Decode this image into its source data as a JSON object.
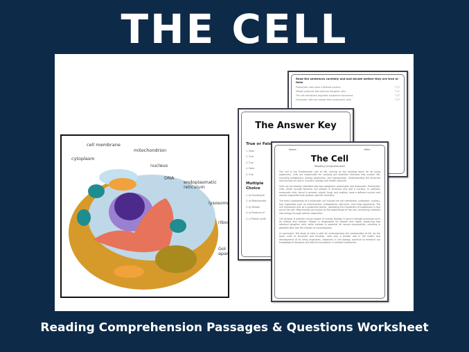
{
  "title": "THE CELL",
  "footer": "Reading Comprehension Passages & Questions Worksheet",
  "colors": {
    "background": "#0d2a48",
    "panel": "#ffffff",
    "text": "#ffffff"
  },
  "diagram": {
    "labels": [
      "cell membrane",
      "mitochondrion",
      "cytoplasm",
      "nucleus",
      "DNA",
      "endoplasmatic reticulum",
      "lysosome",
      "ribos",
      "Gol apar"
    ]
  },
  "tf_page": {
    "heading": "Read the sentences carefully and and decide wether they are true or false",
    "items": [
      "Prokaryotic cells have a defined nucleus.",
      "Mitosis produces two identical daughter cells.",
      "The cell membrane regulates substance movement.",
      "Eukaryotic cells are simpler than prokaryotic cells."
    ],
    "choice": "T | F"
  },
  "answer_key": {
    "title": "The Answer Key",
    "tf_heading": "True or False",
    "tf_answers": [
      "1.  False",
      "2.  True",
      "3.  True",
      "4.  False",
      "5.  True"
    ],
    "mc_heading": "Multiple Choice",
    "mc_answers": [
      "1.  b) Providing th",
      "2.  d) Mitochondria",
      "3.  b) Meiosis",
      "4.  a) Presence of",
      "5.  c) Protein synth"
    ]
  },
  "passage": {
    "name_label": "Name:",
    "date_label": "Date:",
    "title": "The Cell",
    "subtitle": "Reading Comprehension",
    "paragraphs": [
      "The cell is the fundamental unit of life, serving as the building block for all living organisms. Cells are responsible for carrying out essential functions that sustain life, including metabolism, energy production, and reproduction. Understanding the structure and function of cells is crucial in biology and health sciences.",
      "Cells can be broadly classified into two categories: prokaryotic and eukaryotic. Prokaryotic cells, which include bacteria, are simpler in structure and lack a nucleus. In contrast, eukaryotic cells, found in animals, plants, fungi, and protists, have a defined nucleus and various organelles that perform specific functions.",
      "The main components of a eukaryotic cell include the cell membrane, cytoplasm, nucleus, and organelles such as mitochondria, endoplasmic reticulum, and Golgi apparatus. The cell membrane acts as a protective barrier, regulating the movement of substances in and out of the cell. Mitochondria are known as the powerhouse of the cell, converting nutrients into energy through cellular respiration.",
      "Cell division is another crucial aspect of cellular biology. It occurs through processes such as mitosis and meiosis. Mitosis is responsible for growth and repair, producing two identical daughter cells, while meiosis is essential for sexual reproduction, resulting in gametes with half the number of chromosomes.",
      "In conclusion, the study of cells is vital for understanding the complexities of life. As the basic units of structure and function, cells play a pivotal role in the health and development of all living organisms. Advances in cell biology continue to enhance our knowledge of diseases and lead to innovations in medical treatments."
    ]
  }
}
